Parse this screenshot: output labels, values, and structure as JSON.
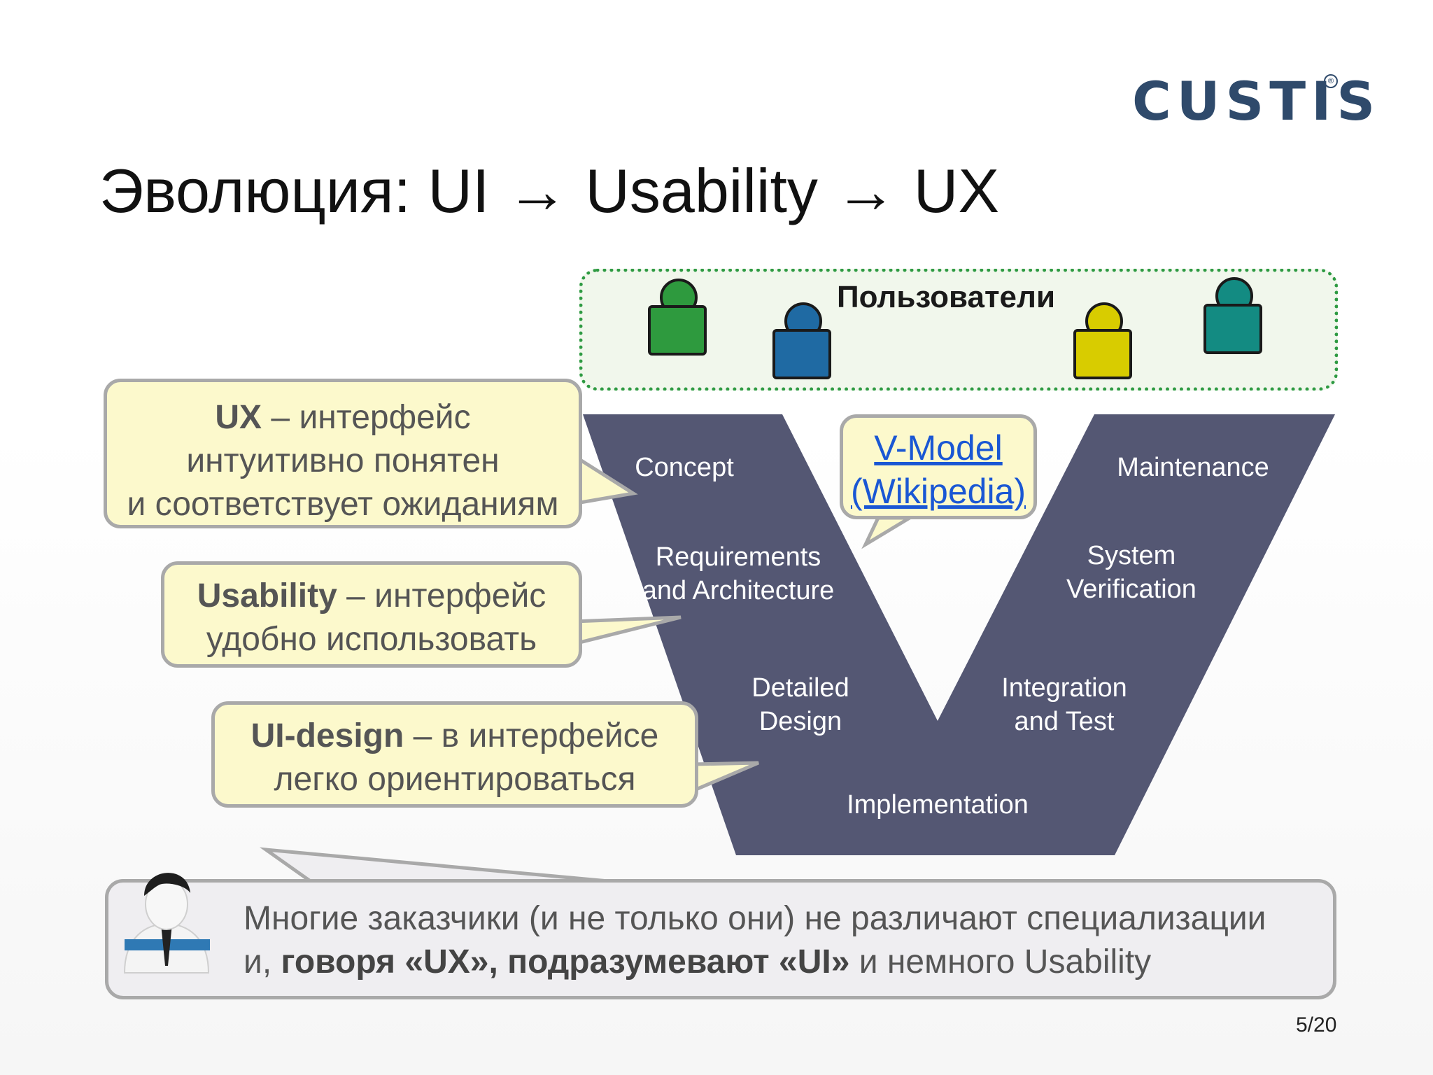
{
  "logo": {
    "text": "CUSTIS",
    "registered": "®"
  },
  "title": "Эволюция: UI → Usability → UX",
  "users": {
    "label": "Пользователи",
    "figures": [
      {
        "name": "user-green",
        "color": "#2e9a3e"
      },
      {
        "name": "user-blue",
        "color": "#1f6aa3"
      },
      {
        "name": "user-yellow",
        "color": "#d8cc00"
      },
      {
        "name": "user-teal",
        "color": "#138b82"
      }
    ]
  },
  "vmodel": {
    "fill": "#545773",
    "labels": {
      "concept": "Concept",
      "requirements_1": "Requirements",
      "requirements_2": "and Architecture",
      "detailed_1": "Detailed",
      "detailed_2": "Design",
      "implementation": "Implementation",
      "integration_1": "Integration",
      "integration_2": "and Test",
      "system_1": "System",
      "system_2": "Verification",
      "maintenance": "Maintenance"
    }
  },
  "link_callout": {
    "line1": "V-Model",
    "line2": "(Wikipedia)"
  },
  "callouts": {
    "ux": {
      "term": "UX",
      "rest": " – интерфейс",
      "line2": "интуитивно понятен",
      "line3": "и соответствует ожиданиям"
    },
    "usability": {
      "term": "Usability",
      "rest": " – интерфейс",
      "line2": "удобно использовать"
    },
    "uidesign": {
      "term": "UI-design",
      "rest": " – в интерфейсе",
      "line2": "легко ориентироваться"
    }
  },
  "bottom": {
    "line1": "Многие заказчики (и не только они) не различают специализации",
    "line2_start": "и, ",
    "line2_bold": "говоря «UX», подразумевают «UI»",
    "line2_end": " и немного Usability"
  },
  "page_number": "5/20"
}
